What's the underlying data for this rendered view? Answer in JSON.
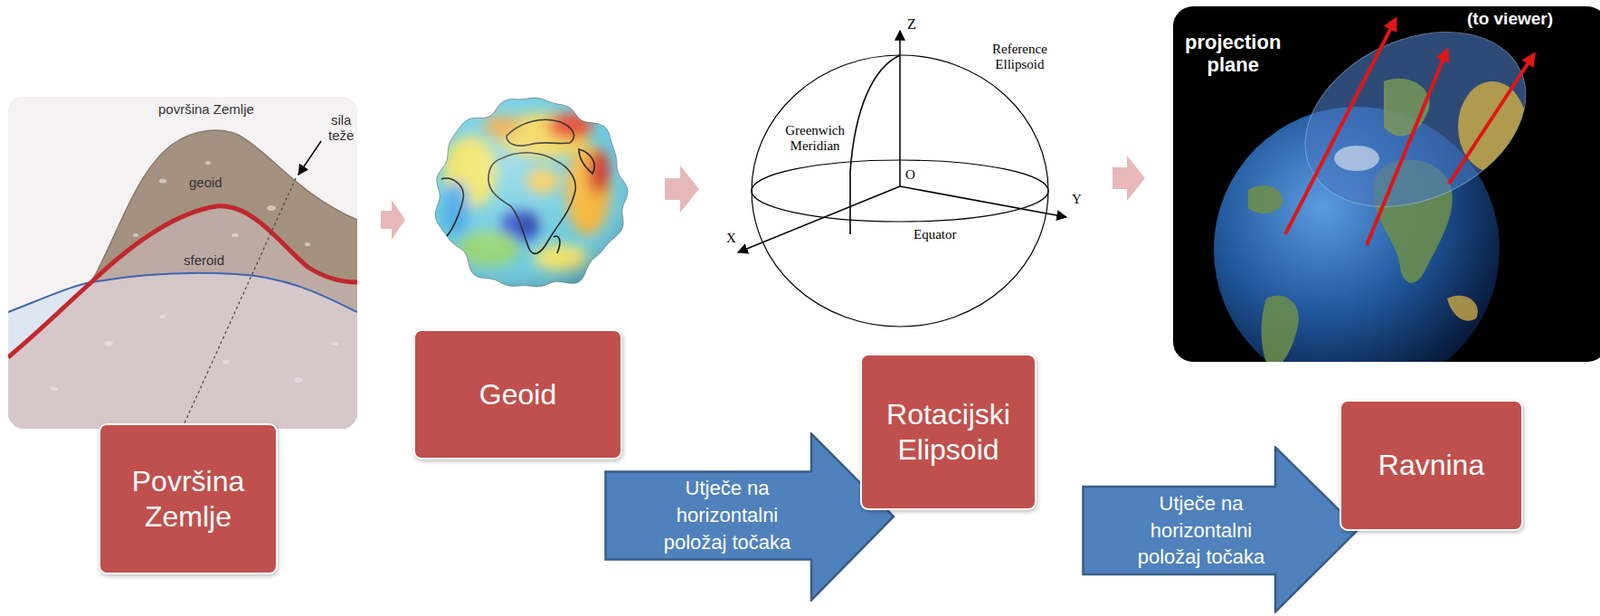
{
  "diagram": {
    "nodes": [
      {
        "text": [
          "Površina Zemlje"
        ]
      },
      {
        "text": [
          "Geoid"
        ]
      },
      {
        "text": [
          "Utječe na horizontalni položaj točaka"
        ]
      },
      {
        "text": [
          "Rotacijski Elipsoid"
        ]
      },
      {
        "text": [
          "Utječe na horizontalni položaj točaka"
        ]
      },
      {
        "text": [
          "Ravnina"
        ]
      }
    ],
    "labels": [
      "površina Zemlje",
      "sila teže",
      "geoid",
      "sferoid",
      "Z",
      "Reference Ellipsoid",
      "Greenwich Meridian",
      "O",
      "Y",
      "X",
      "Equator",
      "projection plane",
      "(to viewer)"
    ]
  }
}
